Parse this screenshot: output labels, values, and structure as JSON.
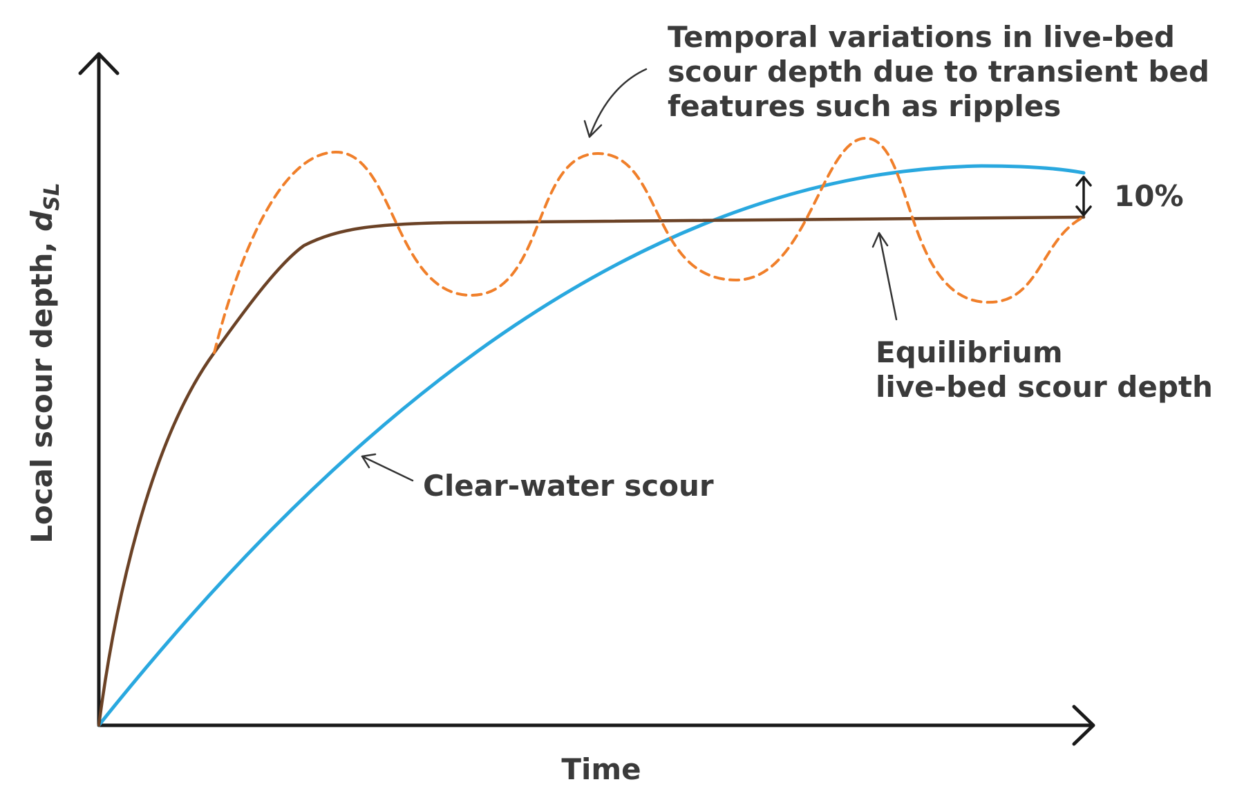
{
  "axes": {
    "x_label": "Time",
    "y_label_main": "Local scour depth, ",
    "y_label_symbol": "d",
    "y_label_subscript": "SL"
  },
  "annotations": {
    "temporal_lines": [
      "Temporal variations in live-bed",
      "scour depth due to transient bed",
      "features such as ripples"
    ],
    "equilibrium_lines": [
      "Equilibrium",
      "live-bed scour depth"
    ],
    "clear_water": "Clear-water scour",
    "percent": "10%"
  },
  "colors": {
    "axis": "#1a1a1a",
    "text": "#3a3a3a",
    "live_bed_curve": "#6b4226",
    "clear_water_curve": "#29a8df",
    "temporal_dashed_curve": "#f07f2a"
  },
  "curves": [
    {
      "name": "Equilibrium live-bed scour depth",
      "style": "solid"
    },
    {
      "name": "Clear-water scour",
      "style": "solid"
    },
    {
      "name": "Temporal variations in live-bed scour depth",
      "style": "dashed"
    }
  ]
}
